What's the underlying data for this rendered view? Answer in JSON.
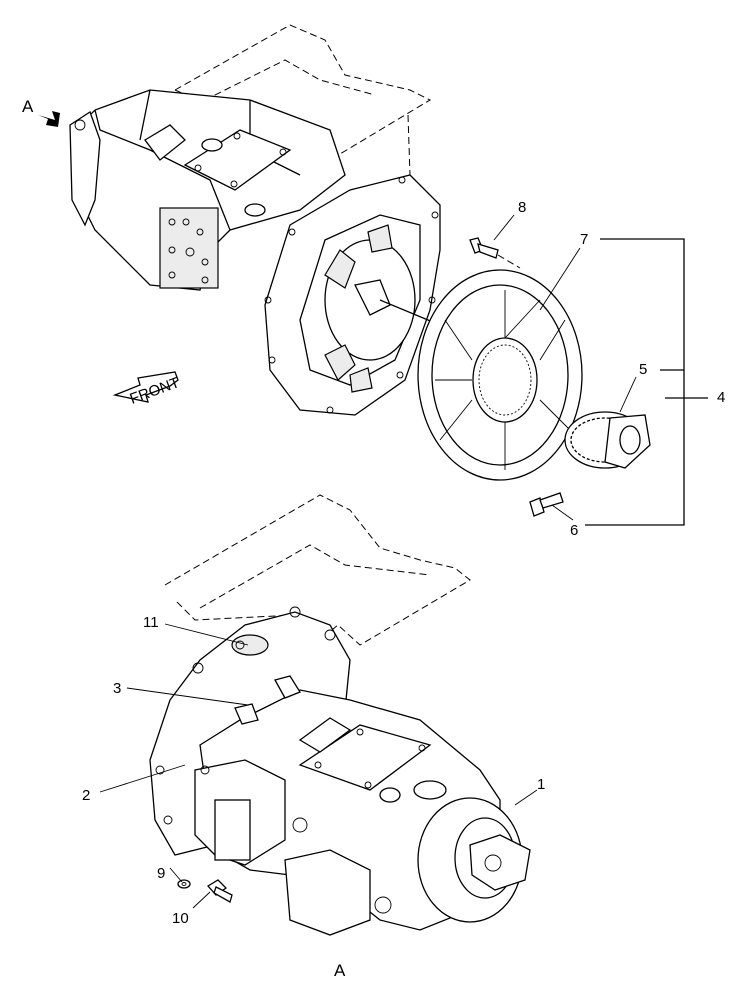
{
  "callouts": {
    "c1": "1",
    "c2": "2",
    "c3": "3",
    "c4": "4",
    "c5": "5",
    "c6": "6",
    "c7": "7",
    "c8": "8",
    "c9": "9",
    "c10": "10",
    "c11": "11"
  },
  "view_marker": "A",
  "view_caption": "A",
  "front_label": "FRONT"
}
